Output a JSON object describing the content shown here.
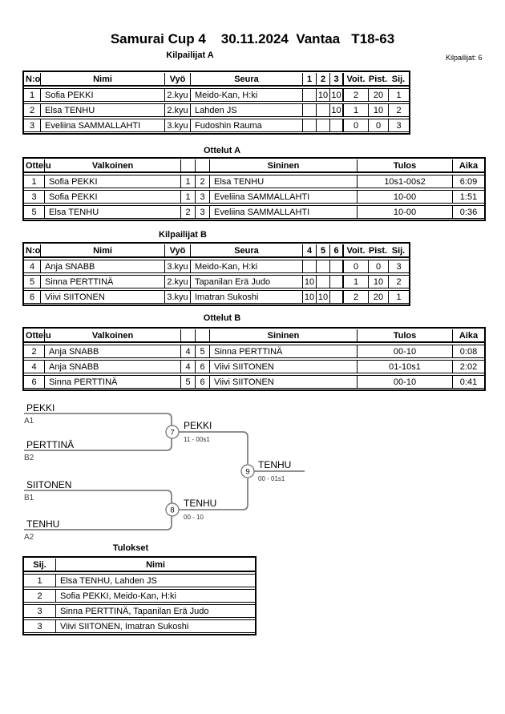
{
  "header": {
    "title": "Samurai Cup 4    30.11.2024  Vantaa   T18-63",
    "competitor_count_label": "Kilpailijat: 6"
  },
  "tables": {
    "kilpailijatA": {
      "title": "Kilpailijat A",
      "headers": [
        "N:o",
        "Nimi",
        "Vyö",
        "Seura",
        "1",
        "2",
        "3",
        "Voit.",
        "Pist.",
        "Sij."
      ],
      "rows": [
        [
          "1",
          "Sofia PEKKI",
          "2.kyu",
          "Meido-Kan, H:ki",
          "",
          "10",
          "10",
          "2",
          "20",
          "1"
        ],
        [
          "2",
          "Elsa TENHU",
          "2.kyu",
          "Lahden JS",
          "",
          "",
          "10",
          "1",
          "10",
          "2"
        ],
        [
          "3",
          "Eveliina SAMMALLAHTI",
          "3.kyu",
          "Fudoshin Rauma",
          "",
          "",
          "",
          "0",
          "0",
          "3"
        ]
      ]
    },
    "ottelutA": {
      "title": "Ottelut A",
      "headers": [
        "Ottelu",
        "Valkoinen",
        "",
        "",
        "Sininen",
        "Tulos",
        "Aika"
      ],
      "rows": [
        [
          "1",
          "Sofia PEKKI",
          "1",
          "2",
          "Elsa TENHU",
          "10s1-00s2",
          "6:09"
        ],
        [
          "3",
          "Sofia PEKKI",
          "1",
          "3",
          "Eveliina SAMMALLAHTI",
          "10-00",
          "1:51"
        ],
        [
          "5",
          "Elsa TENHU",
          "2",
          "3",
          "Eveliina SAMMALLAHTI",
          "10-00",
          "0:36"
        ]
      ]
    },
    "kilpailijatB": {
      "title": "Kilpailijat B",
      "headers": [
        "N:o",
        "Nimi",
        "Vyö",
        "Seura",
        "4",
        "5",
        "6",
        "Voit.",
        "Pist.",
        "Sij."
      ],
      "rows": [
        [
          "4",
          "Anja SNABB",
          "3.kyu",
          "Meido-Kan, H:ki",
          "",
          "",
          "",
          "0",
          "0",
          "3"
        ],
        [
          "5",
          "Sinna PERTTINÄ",
          "2.kyu",
          "Tapanilan Erä Judo",
          "10",
          "",
          "",
          "1",
          "10",
          "2"
        ],
        [
          "6",
          "Viivi SIITONEN",
          "3.kyu",
          "Imatran Sukoshi",
          "10",
          "10",
          "",
          "2",
          "20",
          "1"
        ]
      ]
    },
    "ottelutB": {
      "title": "Ottelut B",
      "headers": [
        "Ottelu",
        "Valkoinen",
        "",
        "",
        "Sininen",
        "Tulos",
        "Aika"
      ],
      "rows": [
        [
          "2",
          "Anja SNABB",
          "4",
          "5",
          "Sinna PERTTINÄ",
          "00-10",
          "0:08"
        ],
        [
          "4",
          "Anja SNABB",
          "4",
          "6",
          "Viivi SIITONEN",
          "01-10s1",
          "2:02"
        ],
        [
          "6",
          "Sinna PERTTINÄ",
          "5",
          "6",
          "Viivi SIITONEN",
          "00-10",
          "0:41"
        ]
      ]
    },
    "tulokset": {
      "title": "Tulokset",
      "headers": [
        "Sij.",
        "Nimi"
      ],
      "rows": [
        [
          "1",
          "Elsa TENHU, Lahden JS"
        ],
        [
          "2",
          "Sofia PEKKI, Meido-Kan, H:ki"
        ],
        [
          "3",
          "Sinna PERTTINÄ, Tapanilan Erä Judo"
        ],
        [
          "3",
          "Viivi SIITONEN, Imatran Sukoshi"
        ]
      ]
    }
  },
  "bracket": {
    "entries": [
      {
        "name": "PEKKI",
        "code": "A1"
      },
      {
        "name": "PERTTINÄ",
        "code": "B2"
      },
      {
        "name": "SIITONEN",
        "code": "B1"
      },
      {
        "name": "TENHU",
        "code": "A2"
      }
    ],
    "semifinal1": {
      "number": "7",
      "winner": "PEKKI",
      "score": "11 - 00s1"
    },
    "semifinal2": {
      "number": "8",
      "winner": "TENHU",
      "score": "00 - 10"
    },
    "final": {
      "number": "9",
      "winner": "TENHU",
      "score": "00 - 01s1"
    }
  },
  "colors": {
    "table_border": "#000000",
    "bracket_line": "#808080"
  }
}
